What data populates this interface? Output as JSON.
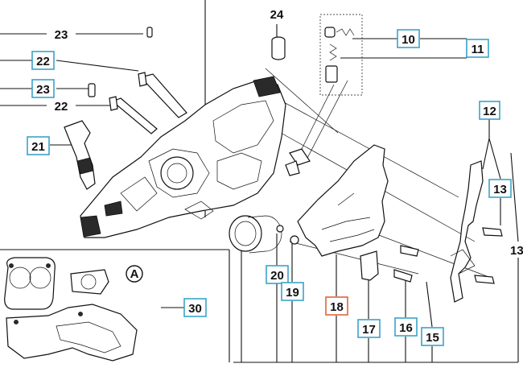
{
  "callouts": {
    "c24": "24",
    "c23a": "23",
    "c22a": "22",
    "c23b": "23",
    "c22b": "22",
    "c21": "21",
    "c10": "10",
    "c11": "11",
    "c12": "12",
    "c13a": "13",
    "c13b": "13",
    "c20": "20",
    "c19": "19",
    "c18": "18",
    "c17": "17",
    "c16": "16",
    "c15": "15",
    "c30": "30"
  },
  "inset_label": "A",
  "colors": {
    "boxed_callout": "#3aa3c8",
    "selected_callout": "#e0643c",
    "line": "#111111"
  }
}
